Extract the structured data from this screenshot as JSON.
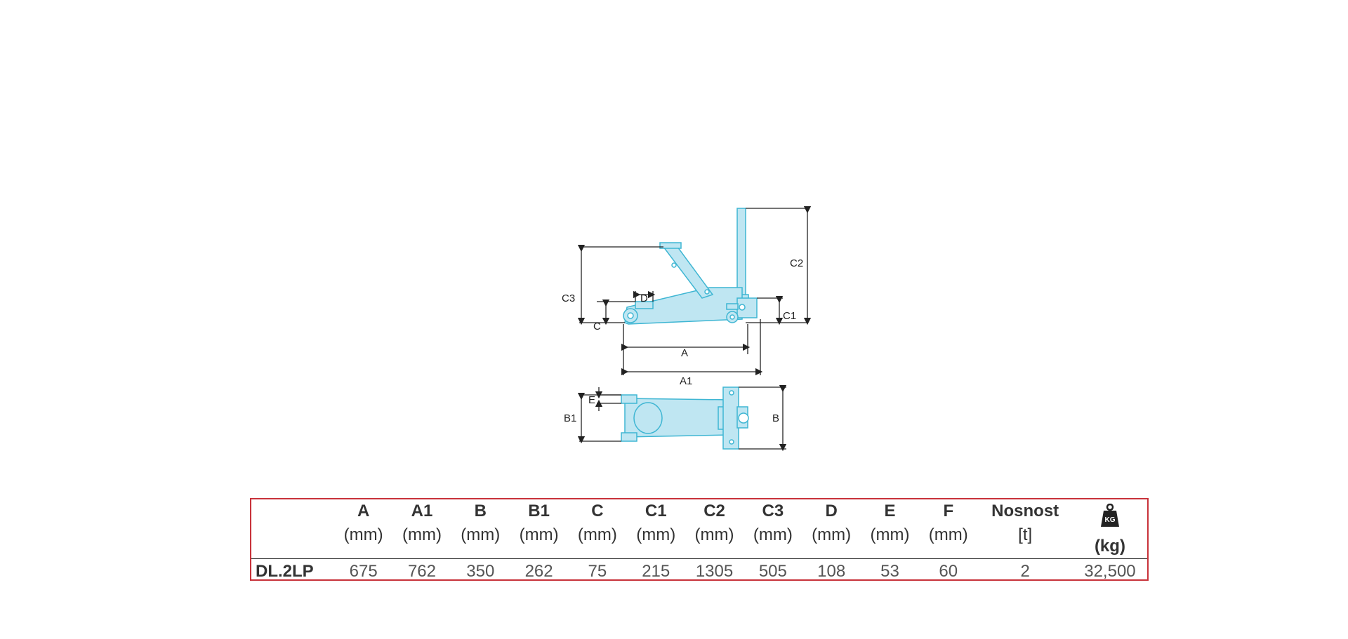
{
  "diagram": {
    "dimension_labels": {
      "A": "A",
      "A1": "A1",
      "B": "B",
      "B1": "B1",
      "C": "C",
      "C1": "C1",
      "C2": "C2",
      "C3": "C3",
      "D": "D",
      "E": "E"
    },
    "colors": {
      "body": "#bfe6f2",
      "outline": "#3fb6d3",
      "dimension": "#222222"
    }
  },
  "table": {
    "border_color": "#c8323a",
    "columns": [
      {
        "name": "",
        "unit": ""
      },
      {
        "name": "A",
        "unit": "(mm)"
      },
      {
        "name": "A1",
        "unit": "(mm)"
      },
      {
        "name": "B",
        "unit": "(mm)"
      },
      {
        "name": "B1",
        "unit": "(mm)"
      },
      {
        "name": "C",
        "unit": "(mm)"
      },
      {
        "name": "C1",
        "unit": "(mm)"
      },
      {
        "name": "C2",
        "unit": "(mm)"
      },
      {
        "name": "C3",
        "unit": "(mm)"
      },
      {
        "name": "D",
        "unit": "(mm)"
      },
      {
        "name": "E",
        "unit": "(mm)"
      },
      {
        "name": "F",
        "unit": "(mm)"
      },
      {
        "name": "Nosnost",
        "unit": "[t]"
      },
      {
        "name": "",
        "unit": "(kg)",
        "icon": "weight-kg-icon",
        "icon_label": "KG"
      }
    ],
    "rows": [
      {
        "cells": [
          "DL.2LP",
          "675",
          "762",
          "350",
          "262",
          "75",
          "215",
          "1305",
          "505",
          "108",
          "53",
          "60",
          "2",
          "32,500"
        ]
      }
    ]
  }
}
